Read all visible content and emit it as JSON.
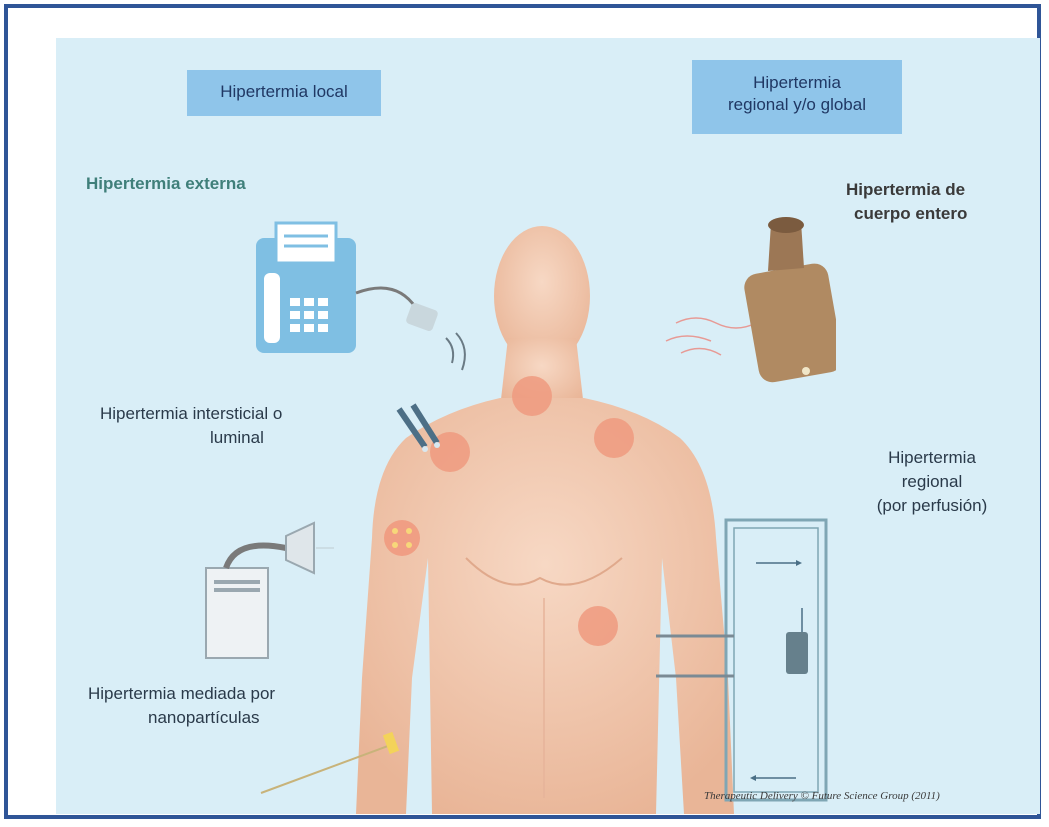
{
  "headers": {
    "local": "Hipertermia local",
    "regional_line1": "Hipertermia",
    "regional_line2": "regional y/o global"
  },
  "labels": {
    "externa": "Hipertermia externa",
    "intersticial_line1": "Hipertermia intersticial o",
    "intersticial_line2": "luminal",
    "mediada_line1": "Hipertermia mediada por",
    "mediada_line2": "nanopartículas",
    "cuerpo_line1": "Hipertermia de",
    "cuerpo_line2": "cuerpo entero",
    "regional_line1": "Hipertermia",
    "regional_line2": "regional",
    "regional_line3": "(por perfusión)"
  },
  "credit": "Therapeutic Delivery © Future Science Group (2011)",
  "colors": {
    "frame": "#2f5597",
    "panel_bg": "#d9eef7",
    "header_bg": "#8fc5ea",
    "skin": "#f3c9b0",
    "target_spot": "#ef9a7f",
    "device_blue": "#7fbfe3",
    "water_bottle": "#b08a62"
  },
  "icons": [
    "external-hyperthermia-device-icon",
    "interstitial-probe-icon",
    "nanoparticle-injector-icon",
    "hot-water-bottle-icon",
    "perfusion-circuit-icon",
    "human-body-figure"
  ]
}
